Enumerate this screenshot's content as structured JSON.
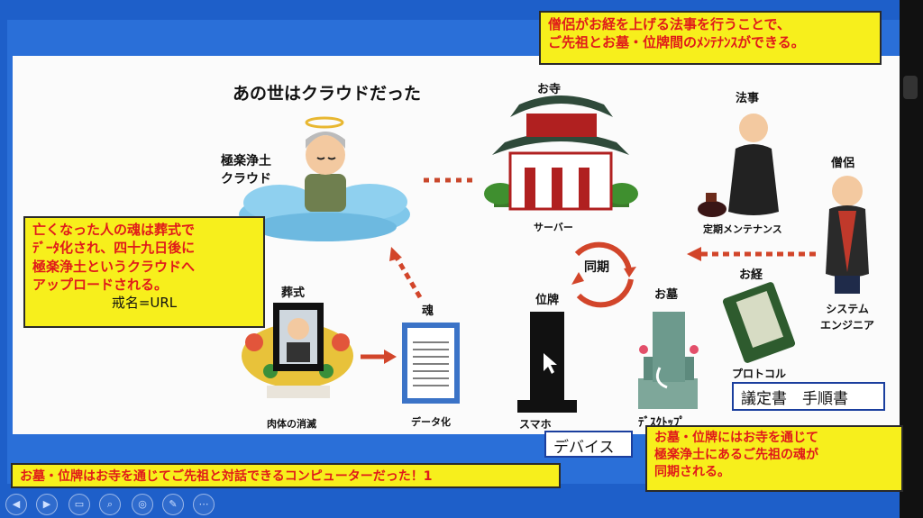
{
  "slide": {
    "title": "あの世はクラウドだった",
    "top_note": [
      "僧侶がお経を上げる法事を行うことで、",
      "ご先祖とお墓・位牌間のﾒﾝﾃﾅﾝｽができる。"
    ],
    "left_note": [
      "亡くなった人の魂は葬式で",
      "ﾃﾞｰﾀ化され、四十九日後に",
      "極楽浄土というクラウドへ",
      "アップロードされる。"
    ],
    "left_note_center": "戒名=URL",
    "bottom_left_note": "お墓・位牌はお寺を通じてご先祖と対話できるコンピューターだった！1",
    "bottom_right_note": [
      "お墓・位牌にはお寺を通じて",
      "極楽浄土にあるご先祖の魂が",
      "同期される。"
    ],
    "labels": {
      "paradise": [
        "極楽浄土",
        "クラウド"
      ],
      "temple": "お寺",
      "server": "サーバー",
      "memorial": "法事",
      "regular_maintenance": "定期メンテナンス",
      "priest": "僧侶",
      "system_engineer": [
        "システム",
        "エンジニア"
      ],
      "sutra": "お経",
      "protocol": "プロトコル",
      "sync": "同期",
      "funeral": "葬式",
      "body_end": "肉体の消滅",
      "soul": "魂",
      "datafication": "データ化",
      "ihai": "位牌",
      "smartphone": "スマホ",
      "grave": "お墓",
      "desktop": "ﾃﾞｽｸﾄｯﾌﾟ"
    },
    "boxes": {
      "documents": "議定書　手順書",
      "device": "デバイス"
    }
  },
  "colors": {
    "accent_yellow": "#f7ef1c",
    "accent_red": "#e01a1a",
    "slide_blue": "#2a6fd8",
    "arrow": "#d2452a"
  },
  "icons": [
    "play-icon",
    "next-icon",
    "slides-icon",
    "search-icon",
    "screen-icon",
    "pointer-icon",
    "more-icon"
  ]
}
